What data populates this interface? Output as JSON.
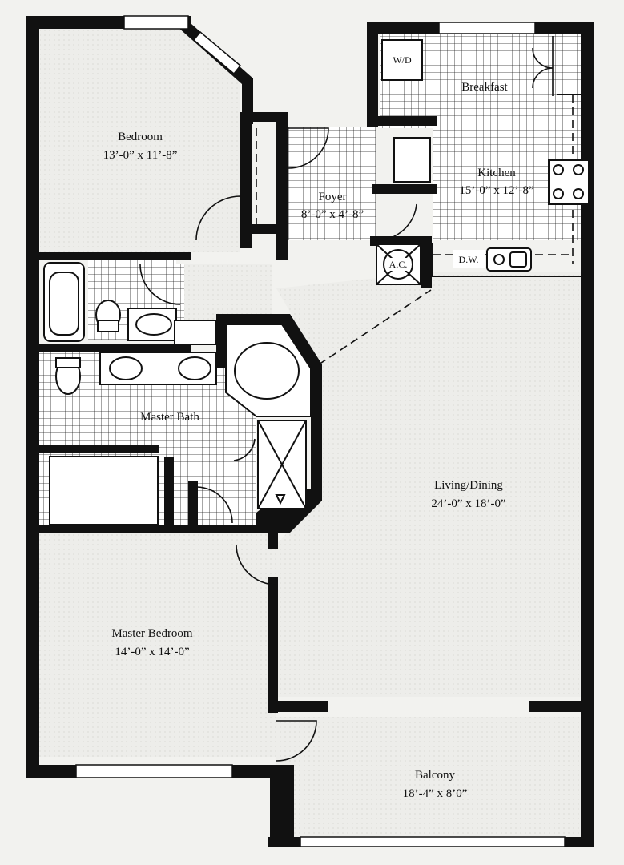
{
  "rooms": {
    "bedroom": {
      "name": "Bedroom",
      "size": "13’-0” x 11’-8”"
    },
    "breakfast": {
      "name": "Breakfast"
    },
    "kitchen": {
      "name": "Kitchen",
      "size": "15’-0” x 12’-8”"
    },
    "foyer": {
      "name": "Foyer",
      "size": "8’-0” x 4’-8”"
    },
    "master_bath": {
      "name": "Master Bath"
    },
    "living_dining": {
      "name": "Living/Dining",
      "size": "24’-0” x 18’-0”"
    },
    "master_bedroom": {
      "name": "Master Bedroom",
      "size": "14’-0” x 14’-0”"
    },
    "balcony": {
      "name": "Balcony",
      "size": "18’-4” x 8’0”"
    }
  },
  "fixtures": {
    "washer_dryer": "W/D",
    "air_conditioner": "A.C.",
    "dishwasher": "D.W."
  }
}
